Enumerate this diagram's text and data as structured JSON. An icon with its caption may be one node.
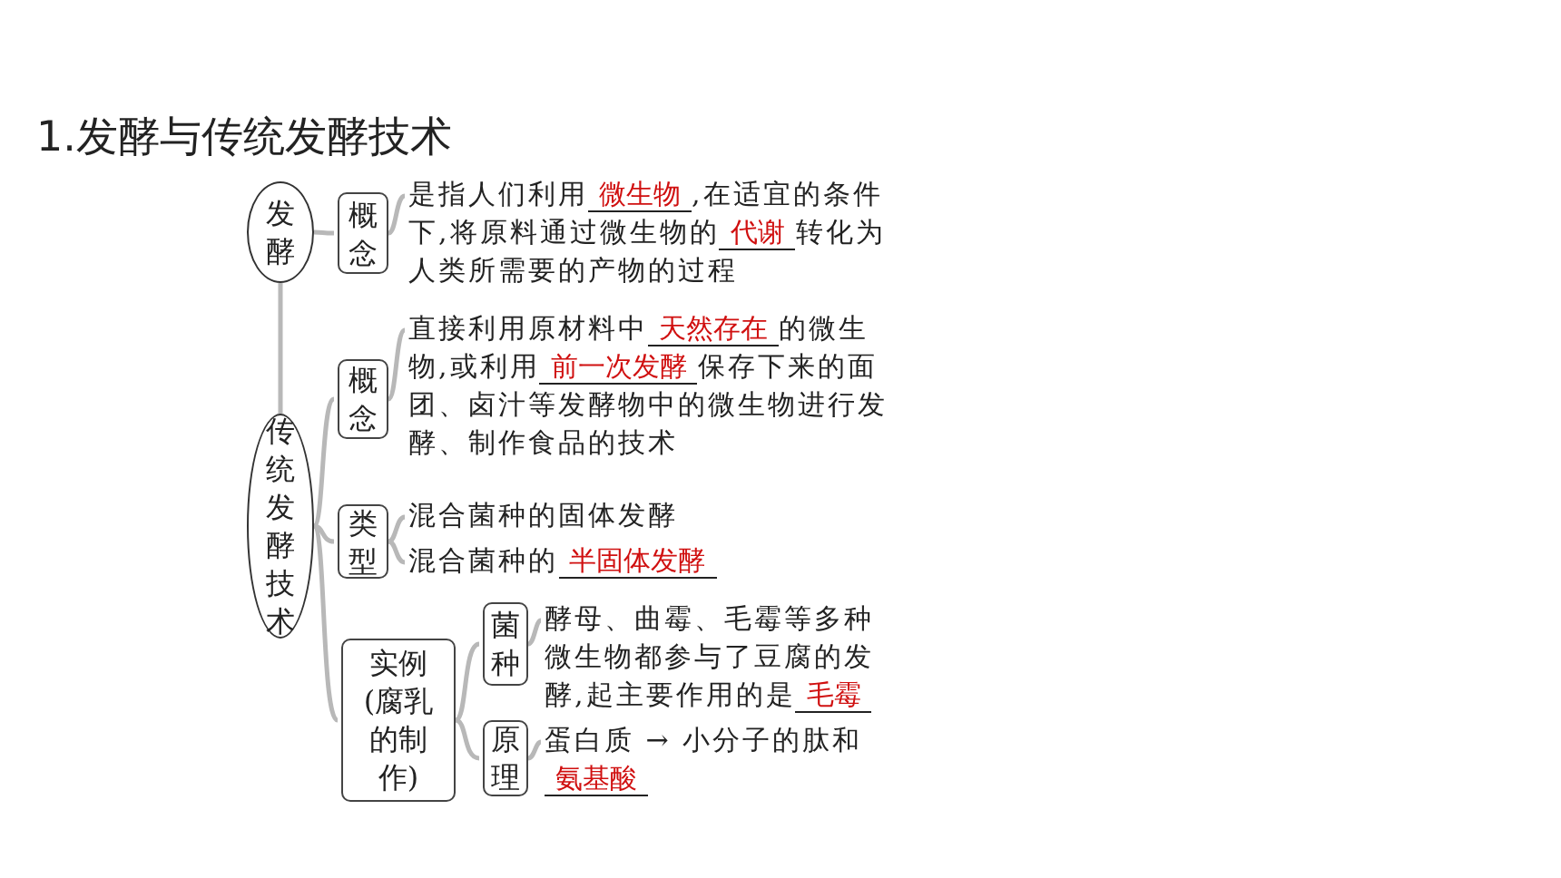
{
  "diagram": {
    "title": "1.发酵与传统发酵技术",
    "nodes": [
      {
        "text": [
          "发酵"
        ]
      },
      {
        "text": [
          "概念"
        ]
      },
      {
        "text": [
          "是指人们利用**微生物**,在适宜的条件下,将原料通过微生物的**代谢**转化为人类所需要的产物的过程"
        ]
      },
      {
        "text": [
          "传统发酵技术"
        ]
      },
      {
        "text": [
          "概念"
        ]
      },
      {
        "text": [
          "直接利用原材料中**天然存在**的微生物,或利用**前一次发酵**保存下来的面团、卤汁等发酵物中的微生物进行发酵、制作食品的技术"
        ]
      },
      {
        "text": [
          "类型"
        ]
      },
      {
        "text": [
          "混合菌种的固体发酵"
        ]
      },
      {
        "text": [
          "混合菌种的**半固体发酵**"
        ]
      },
      {
        "text": [
          "实例(腐乳的制作)"
        ]
      },
      {
        "text": [
          "菌种"
        ]
      },
      {
        "text": [
          "酵母、曲霉、毛霉等多种微生物都参与了豆腐的发酵,起主要作用的是**毛霉**"
        ]
      },
      {
        "text": [
          "原理"
        ]
      },
      {
        "text": [
          "蛋白质 → 小分子的肽和**氨基酸**"
        ]
      }
    ],
    "edges": [
      {
        "from": 0,
        "to": 1,
        "arrow": "none"
      },
      {
        "from": 1,
        "to": 2,
        "arrow": "none"
      },
      {
        "from": 0,
        "to": 3,
        "arrow": "none"
      },
      {
        "from": 3,
        "to": 4,
        "arrow": "none"
      },
      {
        "from": 3,
        "to": 6,
        "arrow": "none"
      },
      {
        "from": 3,
        "to": 9,
        "arrow": "none"
      },
      {
        "from": 4,
        "to": 5,
        "arrow": "none"
      },
      {
        "from": 6,
        "to": 7,
        "arrow": "none"
      },
      {
        "from": 6,
        "to": 8,
        "arrow": "none"
      },
      {
        "from": 9,
        "to": 10,
        "arrow": "none"
      },
      {
        "from": 9,
        "to": 12,
        "arrow": "none"
      },
      {
        "from": 10,
        "to": 11,
        "arrow": "none"
      },
      {
        "from": 12,
        "to": 13,
        "arrow": "none"
      }
    ]
  }
}
